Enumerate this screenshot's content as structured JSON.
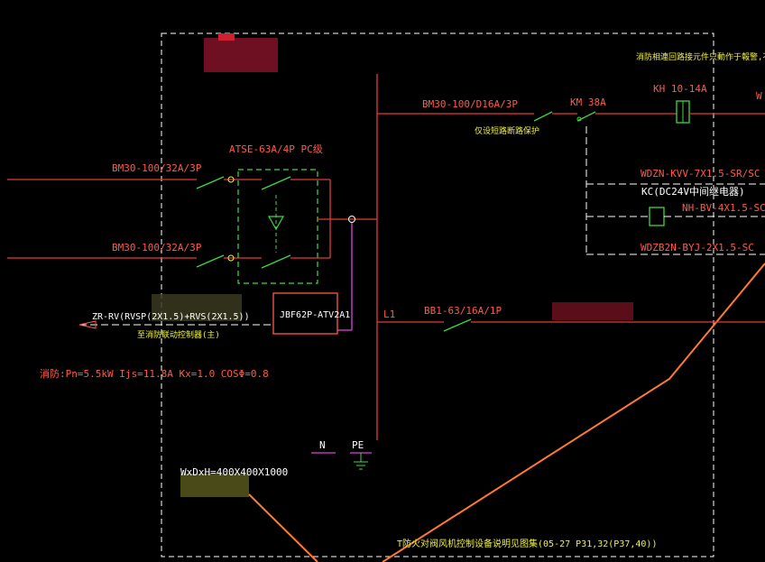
{
  "colors": {
    "background": "#000000",
    "border": "#ffffff",
    "red_line": "#e23b3b",
    "red_text": "#ff5a4a",
    "green": "#3fd93f",
    "yellow": "#f0f040",
    "white": "#ffffff",
    "magenta": "#e040e0",
    "orange": "#ff7a30",
    "blur": "#7a1020"
  },
  "labels": {
    "top_right_note": "消防相連回路接元件只動作于報警,不斷開回路",
    "feeder_top_breaker": "BM30-100/D16A/3P",
    "contactor": "KM 38A",
    "thermal_relay": "KH 10-14A",
    "edge_w": "W",
    "feeder_top_note": "仅设短路断路保护",
    "atse": "ATSE-63A/4P PC级",
    "incoming_1": "BM30-100/32A/3P",
    "incoming_2": "BM30-100/32A/3P",
    "cable_1": "WDZN-KVV-7X1.5-SR/SC",
    "cable_kc": "KC(DC24V中间继电器)",
    "cable_2": "NH-BV-4X1.5-SC",
    "cable_3": "WDZB2N-BYJ-2X1.5-SC",
    "module": "JBF62P-ATV2A1",
    "control_cable": "ZR-RV(RVSP(2X1.5)+RVS(2X1.5))",
    "control_note": "至消防联动控制器(主)",
    "l1": "L1",
    "breaker_l1": "BB1-63/16A/1P",
    "load_calc": "消防:Pn=5.5kW Ijs=11.8A Kx=1.0 COSΦ=0.8",
    "n": "N",
    "pe": "PE",
    "dims": "WxDxH=400X400X1000",
    "bottom_note": "T防火对阀风机控制设备说明见图集(05-27 P31,32(P37,40))"
  }
}
